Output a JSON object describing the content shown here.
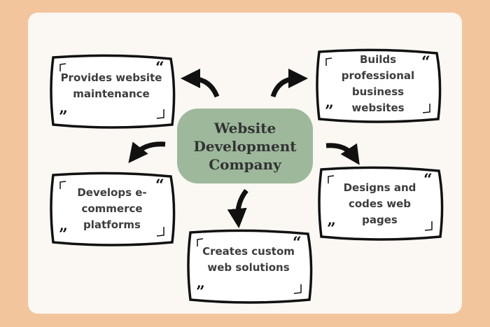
{
  "center": {
    "line1": "Website",
    "line2": "Development",
    "line3": "Company"
  },
  "nodes": [
    {
      "text": "Provides website maintenance"
    },
    {
      "text": "Builds professional business websites"
    },
    {
      "text": "Develops e-commerce platforms"
    },
    {
      "text": "Designs and codes web pages"
    },
    {
      "text": "Creates custom web solutions"
    }
  ],
  "colors": {
    "background": "#f2c59c",
    "panel": "#fbf7f3",
    "center": "#9db89b",
    "text": "#3d3d3d"
  }
}
